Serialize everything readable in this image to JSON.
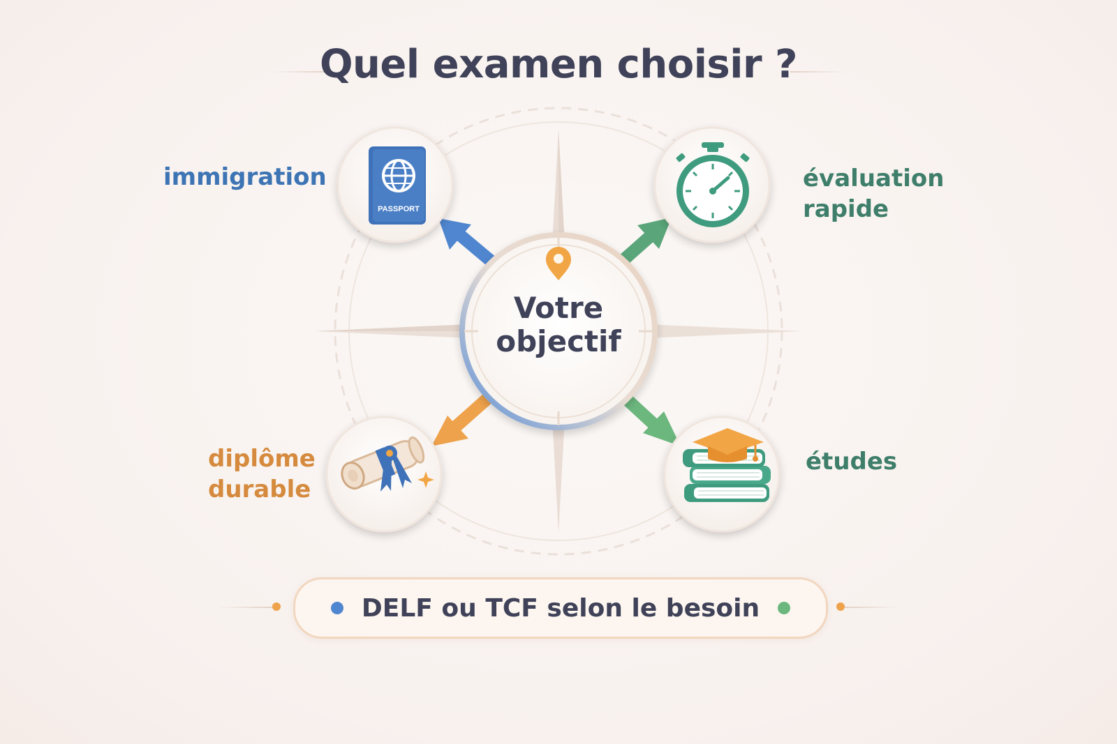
{
  "title": "Quel examen choisir ?",
  "center": {
    "line1": "Votre",
    "line2": "objectif"
  },
  "options": [
    {
      "id": "immigration",
      "lines": [
        "immigration"
      ],
      "icon": "passport-icon",
      "icon_text": "PASSPORT",
      "color": "#3d74b4"
    },
    {
      "id": "evaluation",
      "lines": [
        "évaluation",
        "rapide"
      ],
      "icon": "stopwatch-icon",
      "color": "#3e7e6a"
    },
    {
      "id": "diplome",
      "lines": [
        "diplôme",
        "durable"
      ],
      "icon": "diploma-scroll-icon",
      "color": "#d58a3e"
    },
    {
      "id": "etudes",
      "lines": [
        "études"
      ],
      "icon": "books-graduation-cap-icon",
      "color": "#3e7e6a"
    }
  ],
  "conclusion": {
    "text": "DELF ou TCF selon le besoin",
    "dot_left_color": "#4f86cf",
    "dot_right_color": "#6cb77e"
  },
  "colors": {
    "blue": "#4f86cf",
    "green": "#5aa67a",
    "orange": "#eea24b",
    "text": "#3f4258"
  }
}
